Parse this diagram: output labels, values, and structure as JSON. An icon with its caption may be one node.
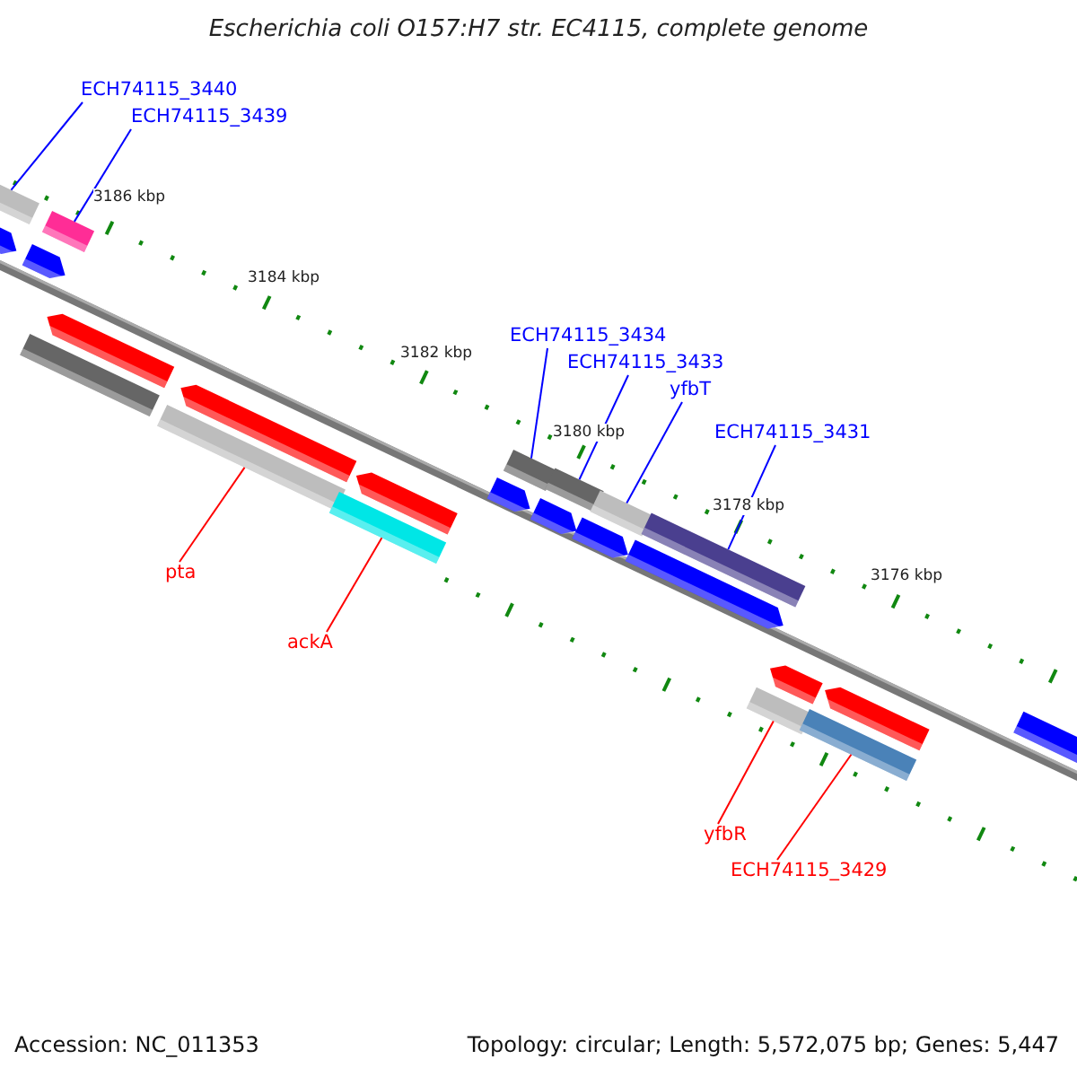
{
  "diagram": {
    "title": "Escherichia coli O157:H7 str. EC4115, complete genome",
    "nodes": [
      {
        "text": [
          "ECH74115_3440"
        ]
      },
      {
        "text": [],
        "shape": "bar"
      },
      {
        "text": [
          "ECH74115_3439"
        ]
      },
      {
        "text": [],
        "shape": "bar"
      },
      {
        "text": [
          "ECH74115_3434"
        ]
      },
      {
        "text": [],
        "shape": "bar"
      },
      {
        "text": [
          "ECH74115_3433"
        ]
      },
      {
        "text": [],
        "shape": "bar"
      },
      {
        "text": [
          "yfbT"
        ]
      },
      {
        "text": [],
        "shape": "bar"
      },
      {
        "text": [
          "ECH74115_3431"
        ]
      },
      {
        "text": [],
        "shape": "bar"
      },
      {
        "text": [
          "pta"
        ]
      },
      {
        "text": [],
        "shape": "bar"
      },
      {
        "text": [
          "ackA"
        ]
      },
      {
        "text": [],
        "shape": "bar"
      },
      {
        "text": [
          "yfbR"
        ]
      },
      {
        "text": [],
        "shape": "bar"
      },
      {
        "text": [
          "ECH74115_3429"
        ]
      },
      {
        "text": [],
        "shape": "bar"
      }
    ],
    "edges": [
      {
        "from": 0,
        "to": 1,
        "arrow": "none"
      },
      {
        "from": 2,
        "to": 3,
        "arrow": "none"
      },
      {
        "from": 4,
        "to": 5,
        "arrow": "none"
      },
      {
        "from": 6,
        "to": 7,
        "arrow": "none"
      },
      {
        "from": 8,
        "to": 9,
        "arrow": "none"
      },
      {
        "from": 10,
        "to": 11,
        "arrow": "none"
      },
      {
        "from": 12,
        "to": 13,
        "arrow": "none",
        "color": "#ff0000"
      },
      {
        "from": 14,
        "to": 15,
        "arrow": "none",
        "color": "#ff0000"
      },
      {
        "from": 16,
        "to": 17,
        "arrow": "none",
        "color": "#ff0000"
      },
      {
        "from": 18,
        "to": 19,
        "arrow": "none",
        "color": "#ff0000"
      }
    ],
    "labels": [
      "3186 kbp",
      "3184 kbp",
      "3182 kbp",
      "3180 kbp",
      "3178 kbp",
      "3176 kbp",
      "Accession: NC_011353",
      "Topology: circular; Length: 5,572,075 bp; Genes: 5,447"
    ]
  }
}
